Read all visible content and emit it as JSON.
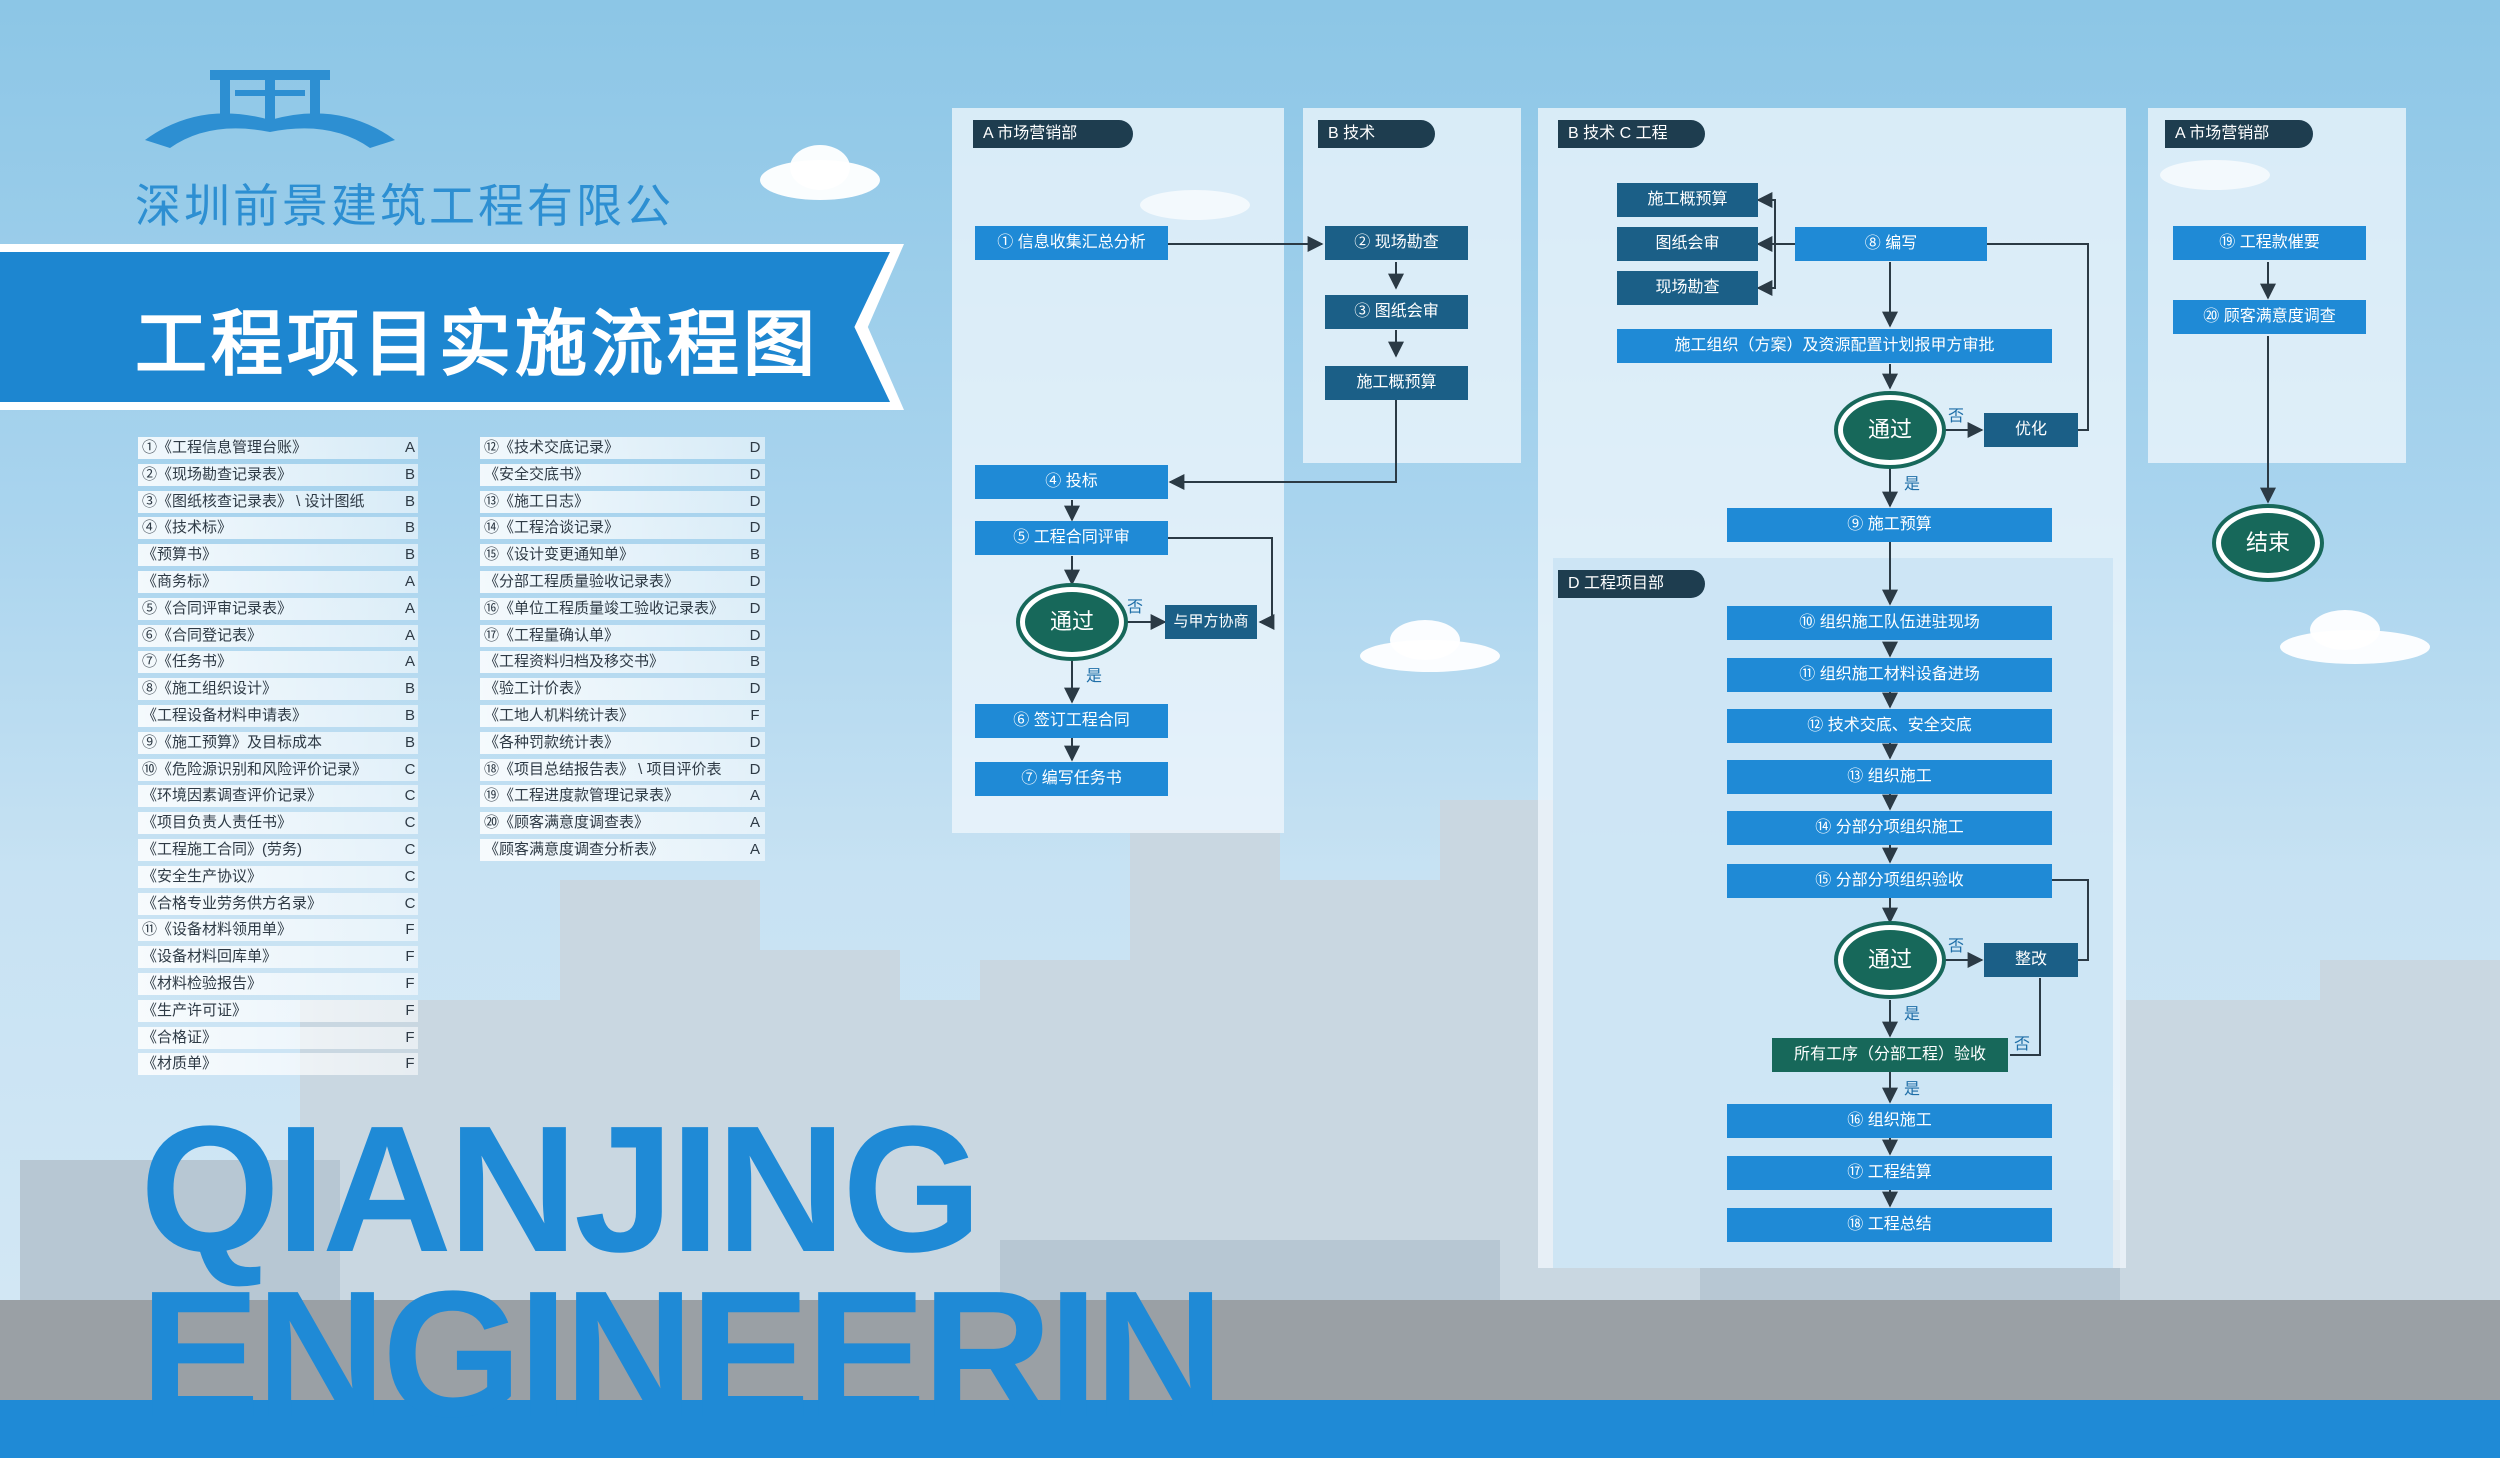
{
  "header": {
    "company": "深圳前景建筑工程有限公司",
    "title": "工程项目实施流程图"
  },
  "doc_list": {
    "left": [
      {
        "text": "①《工程信息管理台账》",
        "code": "A"
      },
      {
        "text": "②《现场勘查记录表》",
        "code": "B"
      },
      {
        "text": "③《图纸核查记录表》 \\ 设计图纸",
        "code": "B"
      },
      {
        "text": "④《技术标》",
        "code": "B"
      },
      {
        "text": "《预算书》",
        "code": "B"
      },
      {
        "text": "《商务标》",
        "code": "A"
      },
      {
        "text": "⑤《合同评审记录表》",
        "code": "A"
      },
      {
        "text": "⑥《合同登记表》",
        "code": "A"
      },
      {
        "text": "⑦《任务书》",
        "code": "A"
      },
      {
        "text": "⑧《施工组织设计》",
        "code": "B"
      },
      {
        "text": "《工程设备材料申请表》",
        "code": "B"
      },
      {
        "text": "⑨《施工预算》及目标成本",
        "code": "B"
      },
      {
        "text": "⑩《危险源识别和风险评价记录》",
        "code": "C"
      },
      {
        "text": "《环境因素调查评价记录》",
        "code": "C"
      },
      {
        "text": "《项目负责人责任书》",
        "code": "C"
      },
      {
        "text": "《工程施工合同》(劳务)",
        "code": "C"
      },
      {
        "text": "《安全生产协议》",
        "code": "C"
      },
      {
        "text": "《合格专业劳务供方名录》",
        "code": "C"
      },
      {
        "text": "⑪《设备材料领用单》",
        "code": "F"
      },
      {
        "text": "《设备材料回库单》",
        "code": "F"
      },
      {
        "text": "《材料检验报告》",
        "code": "F"
      },
      {
        "text": "《生产许可证》",
        "code": "F"
      },
      {
        "text": "《合格证》",
        "code": "F"
      },
      {
        "text": "《材质单》",
        "code": "F"
      }
    ],
    "right": [
      {
        "text": "⑫《技术交底记录》",
        "code": "D"
      },
      {
        "text": "《安全交底书》",
        "code": "D"
      },
      {
        "text": "⑬《施工日志》",
        "code": "D"
      },
      {
        "text": "⑭《工程洽谈记录》",
        "code": "D"
      },
      {
        "text": "⑮《设计变更通知单》",
        "code": "B"
      },
      {
        "text": "《分部工程质量验收记录表》",
        "code": "D"
      },
      {
        "text": "⑯《单位工程质量竣工验收记录表》",
        "code": "D"
      },
      {
        "text": "⑰《工程量确认单》",
        "code": "D"
      },
      {
        "text": "《工程资料归档及移交书》",
        "code": "B"
      },
      {
        "text": "《验工计价表》",
        "code": "D"
      },
      {
        "text": "《工地人机料统计表》",
        "code": "F"
      },
      {
        "text": "《各种罚款统计表》",
        "code": "D"
      },
      {
        "text": "⑱《项目总结报告表》 \\ 项目评价表",
        "code": "D"
      },
      {
        "text": "⑲《工程进度款管理记录表》",
        "code": "A"
      },
      {
        "text": "⑳《顾客满意度调查表》",
        "code": "A"
      },
      {
        "text": "《顾客满意度调查分析表》",
        "code": "A"
      }
    ]
  },
  "brand_en": {
    "line1": "QIANJING",
    "line2": "ENGINEERIN"
  },
  "flow": {
    "panel_tags": {
      "market": "A 市场营销部",
      "tech": "B 技术",
      "tech_eng": "B 技术  C 工程",
      "market2": "A 市场营销部",
      "project": "D 工程项目部"
    },
    "col1": {
      "info": "① 信息收集汇总分析",
      "bid": "④      投标",
      "contract_review": "⑤    工程合同评审",
      "pass": "通过",
      "negotiate": "与甲方协商",
      "sign": "⑥    签订工程合同",
      "task": "⑦      编写任务书"
    },
    "col2": {
      "survey": "②   现场勘查",
      "drawing": "③   图纸会审",
      "budget": "施工概预算"
    },
    "col3": {
      "budget": "施工概预算",
      "drawing": "图纸会审",
      "survey": "现场勘查",
      "write": "⑧        编写",
      "plan": "施工组织（方案）及资源配置计划报甲方审批",
      "pass1": "通过",
      "optimize": "优化",
      "construction_budget": "⑨                    施工预算",
      "team_enter": "⑩          组织施工队伍进驻现场",
      "material_enter": "⑪          组织施工材料设备进场",
      "briefing": "⑫          技术交底、安全交底",
      "organize": "⑬                组织施工",
      "sub_org": "⑭          分部分项组织施工",
      "sub_accept": "⑮          分部分项组织验收",
      "pass2": "通过",
      "rectify": "整改",
      "all_accept": "所有工序（分部工程）验收",
      "organize2": "⑯                组织施工",
      "settle": "⑰                工程结算",
      "summary": "⑱                工程总结"
    },
    "col4": {
      "payment": "⑲      工程款催要",
      "survey": "⑳    顾客满意度调查",
      "end": "结束"
    },
    "labels": {
      "yes": "是",
      "no": "否"
    }
  }
}
